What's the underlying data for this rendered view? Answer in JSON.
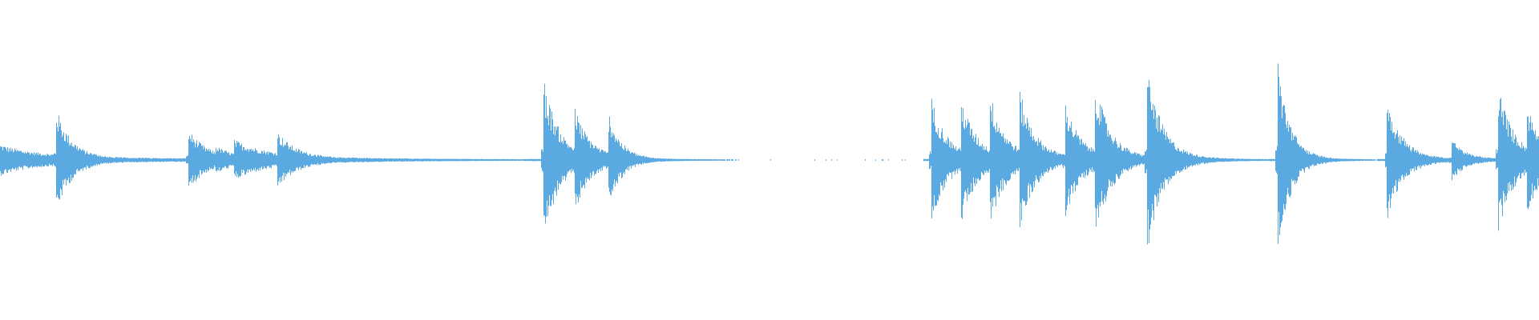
{
  "waveform": {
    "color": "#5aa9e0",
    "background": "#ffffff",
    "duration": 1,
    "peak_scale": 1,
    "transients": [
      {
        "t": 0.0,
        "amp": 0.08,
        "decay": 0.02,
        "noise": 0.05
      },
      {
        "t": 0.036,
        "amp": 0.42,
        "decay": 0.01,
        "noise": 0.03
      },
      {
        "t": 0.122,
        "amp": 0.24,
        "decay": 0.012,
        "noise": 0.02
      },
      {
        "t": 0.14,
        "amp": 0.1,
        "decay": 0.012,
        "noise": 0.02
      },
      {
        "t": 0.152,
        "amp": 0.13,
        "decay": 0.02,
        "noise": 0.04
      },
      {
        "t": 0.18,
        "amp": 0.21,
        "decay": 0.012,
        "noise": 0.03
      },
      {
        "t": 0.353,
        "amp": 0.66,
        "decay": 0.01,
        "noise": 0.03
      },
      {
        "t": 0.373,
        "amp": 0.42,
        "decay": 0.01,
        "noise": 0.03
      },
      {
        "t": 0.395,
        "amp": 0.4,
        "decay": 0.008,
        "noise": 0.02
      },
      {
        "t": 0.605,
        "amp": 0.5,
        "decay": 0.01,
        "noise": 0.03
      },
      {
        "t": 0.624,
        "amp": 0.52,
        "decay": 0.01,
        "noise": 0.03
      },
      {
        "t": 0.643,
        "amp": 0.54,
        "decay": 0.01,
        "noise": 0.03
      },
      {
        "t": 0.662,
        "amp": 0.58,
        "decay": 0.01,
        "noise": 0.03
      },
      {
        "t": 0.692,
        "amp": 0.45,
        "decay": 0.01,
        "noise": 0.03
      },
      {
        "t": 0.711,
        "amp": 0.66,
        "decay": 0.01,
        "noise": 0.03
      },
      {
        "t": 0.726,
        "amp": 0.14,
        "decay": 0.01,
        "noise": 0.02
      },
      {
        "t": 0.745,
        "amp": 0.76,
        "decay": 0.01,
        "noise": 0.03
      },
      {
        "t": 0.83,
        "amp": 0.82,
        "decay": 0.008,
        "noise": 0.02
      },
      {
        "t": 0.901,
        "amp": 0.5,
        "decay": 0.01,
        "noise": 0.02
      },
      {
        "t": 0.943,
        "amp": 0.16,
        "decay": 0.008,
        "noise": 0.02
      },
      {
        "t": 0.973,
        "amp": 0.62,
        "decay": 0.01,
        "noise": 0.03
      },
      {
        "t": 0.992,
        "amp": 0.44,
        "decay": 0.01,
        "noise": 0.03
      }
    ],
    "silent_gaps": [
      [
        0.06,
        0.11
      ],
      [
        0.205,
        0.34
      ],
      [
        0.42,
        0.6
      ],
      [
        0.79,
        0.825
      ],
      [
        0.865,
        0.895
      ],
      [
        0.918,
        0.94
      ],
      [
        0.958,
        0.97
      ]
    ]
  }
}
